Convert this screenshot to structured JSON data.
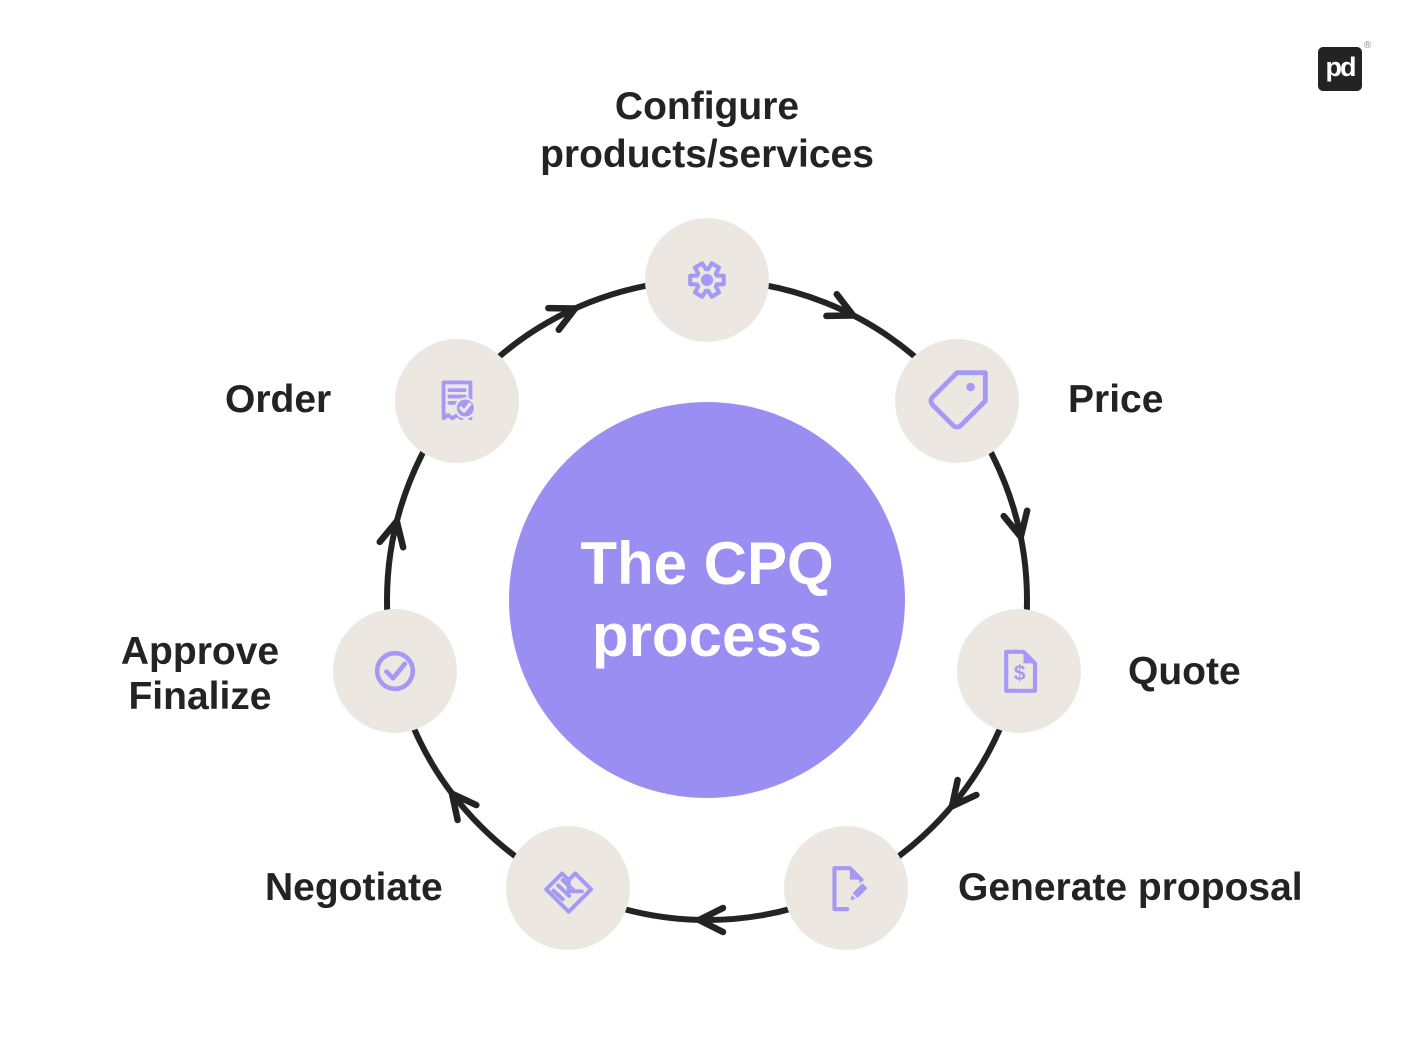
{
  "diagram": {
    "center_title": "The CPQ process",
    "direction": "clockwise"
  },
  "steps": [
    {
      "label": "Configure products/services",
      "icon": "gear-icon"
    },
    {
      "label": "Price",
      "icon": "price-tag-icon"
    },
    {
      "label": "Quote",
      "icon": "quote-document-icon",
      "glyph": "$"
    },
    {
      "label": "Generate proposal",
      "icon": "proposal-pencil-icon"
    },
    {
      "label": "Negotiate",
      "icon": "handshake-icon"
    },
    {
      "label": "Approve Finalize",
      "icon": "approve-check-icon"
    },
    {
      "label": "Order",
      "icon": "order-receipt-icon"
    }
  ],
  "logo": {
    "text": "pd",
    "registered": "®"
  },
  "colors": {
    "center_circle": "#9a8ef2",
    "icon_purple": "#a49af5",
    "icon_background": "#ece8e1",
    "text": "#232323",
    "arrow": "#232323",
    "background": "#ffffff"
  }
}
